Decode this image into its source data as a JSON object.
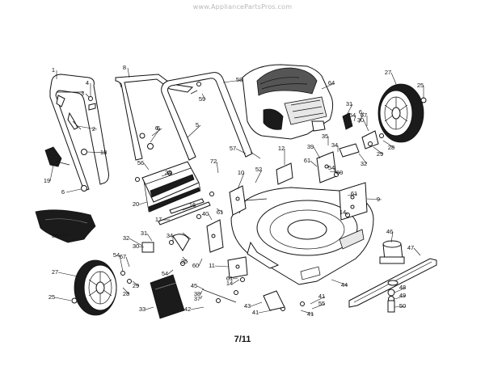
{
  "watermark": "www.AppliancePartsPros.com",
  "page_number": "7/11",
  "callouts": [
    {
      "label": "1"
    },
    {
      "label": "2"
    },
    {
      "label": "3"
    },
    {
      "label": "4"
    },
    {
      "label": "5"
    },
    {
      "label": "6"
    },
    {
      "label": "6"
    },
    {
      "label": "8"
    },
    {
      "label": "9"
    },
    {
      "label": "10"
    },
    {
      "label": "11"
    },
    {
      "label": "12"
    },
    {
      "label": "14"
    },
    {
      "label": "14"
    },
    {
      "label": "16"
    },
    {
      "label": "17"
    },
    {
      "label": "18"
    },
    {
      "label": "19"
    },
    {
      "label": "20"
    },
    {
      "label": "24"
    },
    {
      "label": "25"
    },
    {
      "label": "25"
    },
    {
      "label": "27"
    },
    {
      "label": "27"
    },
    {
      "label": "28"
    },
    {
      "label": "28"
    },
    {
      "label": "29"
    },
    {
      "label": "29"
    },
    {
      "label": "30"
    },
    {
      "label": "30"
    },
    {
      "label": "31"
    },
    {
      "label": "31"
    },
    {
      "label": "32"
    },
    {
      "label": "32"
    },
    {
      "label": "33"
    },
    {
      "label": "34"
    },
    {
      "label": "34"
    },
    {
      "label": "35"
    },
    {
      "label": "35"
    },
    {
      "label": "36"
    },
    {
      "label": "37"
    },
    {
      "label": "38"
    },
    {
      "label": "39"
    },
    {
      "label": "40"
    },
    {
      "label": "41"
    },
    {
      "label": "41"
    },
    {
      "label": "41"
    },
    {
      "label": "42"
    },
    {
      "label": "43"
    },
    {
      "label": "44"
    },
    {
      "label": "45"
    },
    {
      "label": "46"
    },
    {
      "label": "47"
    },
    {
      "label": "48"
    },
    {
      "label": "49"
    },
    {
      "label": "50"
    },
    {
      "label": "52"
    },
    {
      "label": "54"
    },
    {
      "label": "54"
    },
    {
      "label": "54"
    },
    {
      "label": "55"
    },
    {
      "label": "56"
    },
    {
      "label": "57"
    },
    {
      "label": "58"
    },
    {
      "label": "59"
    },
    {
      "label": "60"
    },
    {
      "label": "60"
    },
    {
      "label": "61"
    },
    {
      "label": "61"
    },
    {
      "label": "61"
    },
    {
      "label": "61"
    },
    {
      "label": "64"
    },
    {
      "label": "67"
    },
    {
      "label": "67"
    },
    {
      "label": "72"
    },
    {
      "label": "54"
    },
    {
      "label": "6"
    },
    {
      "label": "6"
    }
  ],
  "icons": [
    "handle-assembly",
    "engine",
    "rear-wheel",
    "front-wheel",
    "mower-deck",
    "blade",
    "grass-chute-flap",
    "chute-deflector",
    "height-adjuster"
  ]
}
